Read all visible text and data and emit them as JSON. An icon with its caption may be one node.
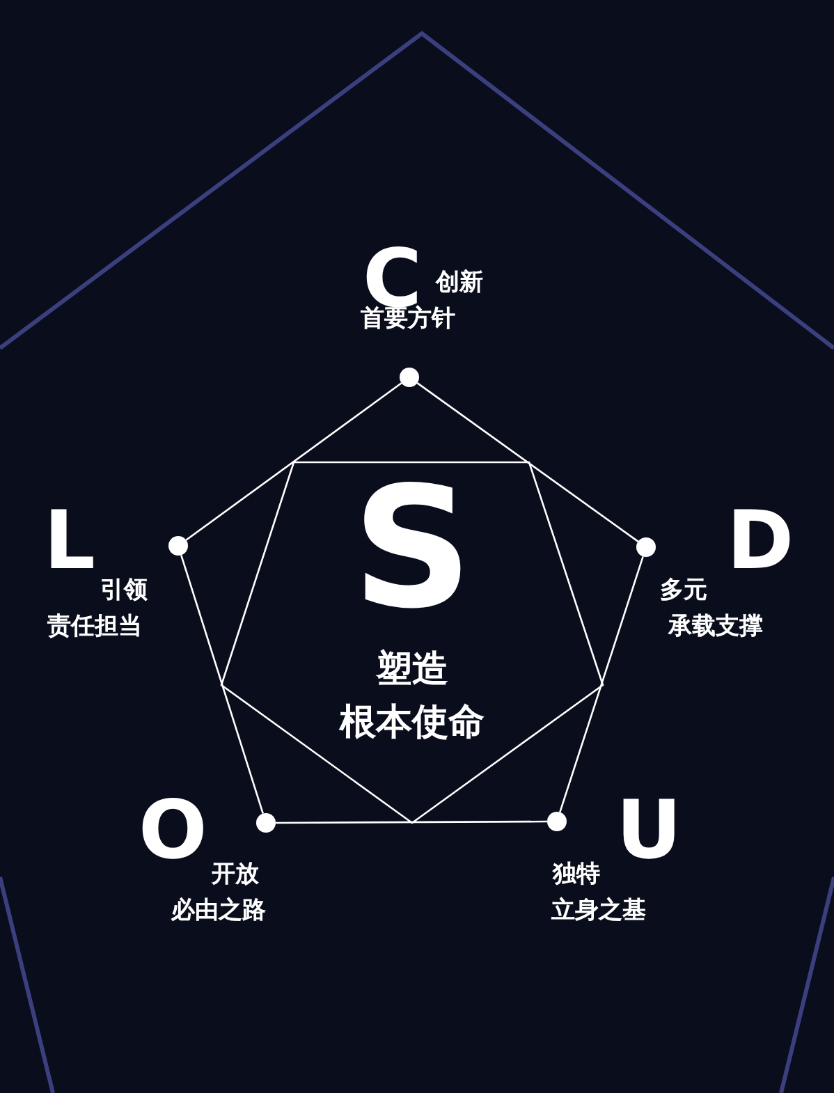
{
  "diagram": {
    "nodes": [
      {
        "text": [],
        "shape": "circle",
        "beside": [
          "C",
          "创新",
          "首要方针"
        ]
      },
      {
        "text": [],
        "shape": "circle",
        "beside": [
          "L",
          "引领",
          "责任担当"
        ]
      },
      {
        "text": [],
        "shape": "circle",
        "beside": [
          "D",
          "多元",
          "承载支撑"
        ]
      },
      {
        "text": [],
        "shape": "circle",
        "beside": [
          "O",
          "开放",
          "必由之路"
        ]
      },
      {
        "text": [],
        "shape": "circle",
        "beside": [
          "U",
          "独特",
          "立身之基"
        ]
      }
    ],
    "edges": [
      {
        "from": 0,
        "to": 2,
        "arrow": "none"
      },
      {
        "from": 2,
        "to": 4,
        "arrow": "none"
      },
      {
        "from": 4,
        "to": 3,
        "arrow": "none"
      },
      {
        "from": 3,
        "to": 1,
        "arrow": "none"
      },
      {
        "from": 1,
        "to": 0,
        "arrow": "none"
      }
    ],
    "labels": [
      "S",
      "塑造",
      "根本使命"
    ]
  }
}
